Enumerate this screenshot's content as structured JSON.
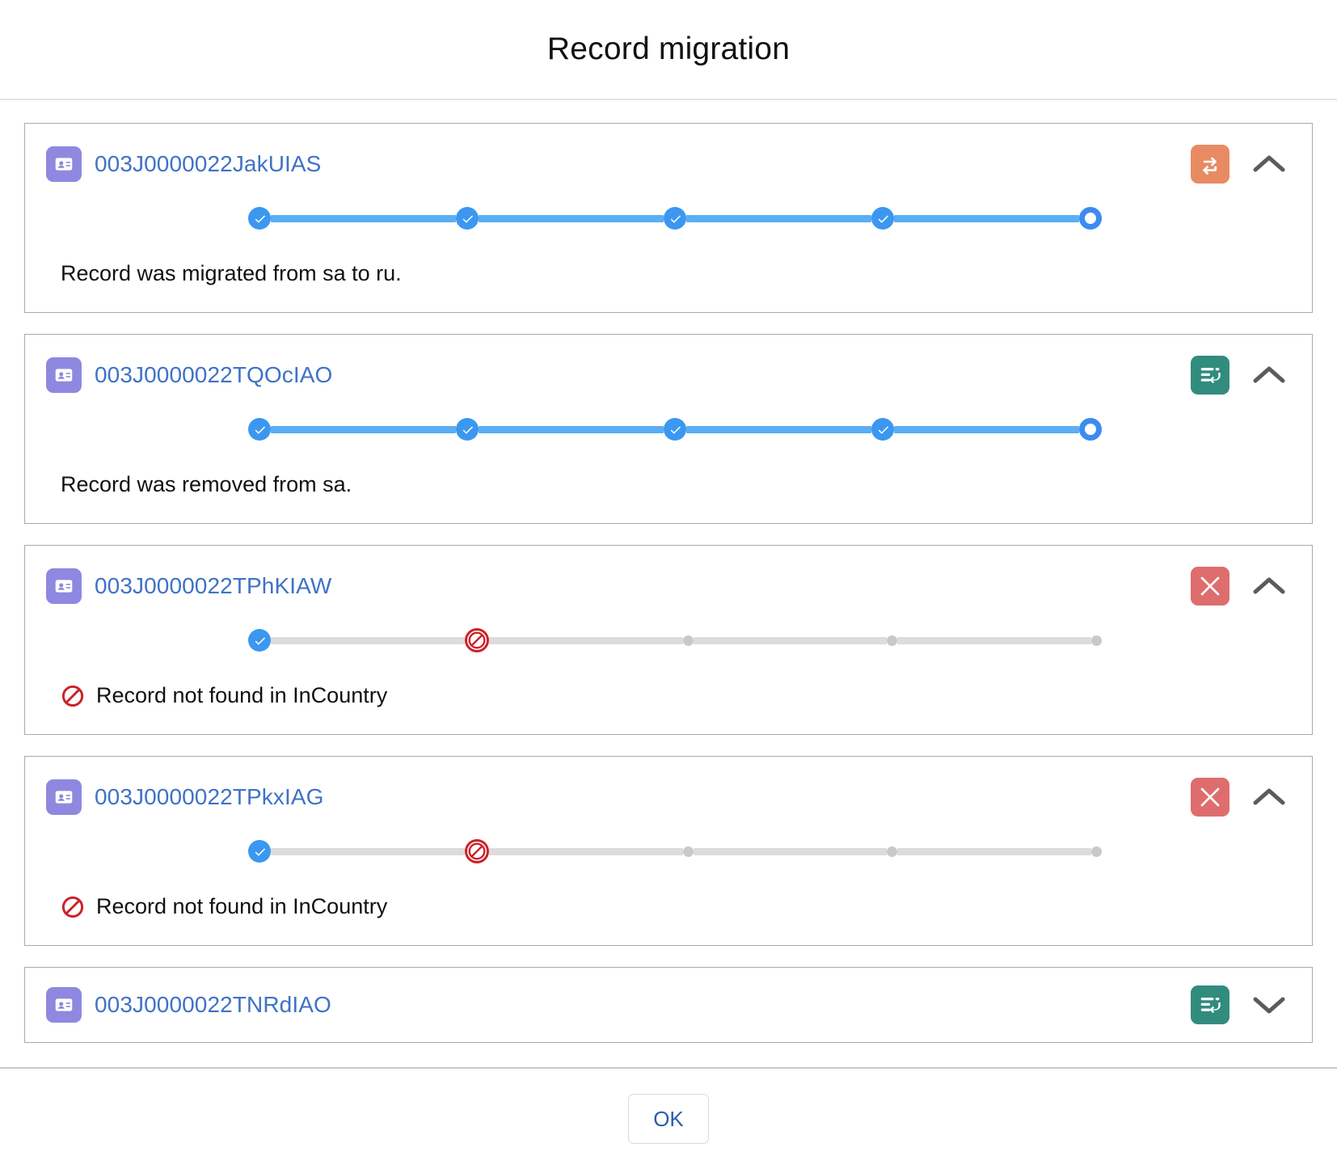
{
  "header": {
    "title": "Record migration"
  },
  "records": [
    {
      "id": "003J0000022JakUIAS",
      "record_icon": "contact-card-icon",
      "status_icon": "sync-arrows-icon",
      "status_color": "#e88b63",
      "expanded": true,
      "chevron": "chevron-up-icon",
      "steps": [
        "done",
        "done",
        "done",
        "done",
        "current"
      ],
      "message": "Record was migrated from sa to ru.",
      "message_has_error_icon": false
    },
    {
      "id": "003J0000022TQOcIAO",
      "record_icon": "contact-card-icon",
      "status_icon": "list-return-icon",
      "status_color": "#318c7e",
      "expanded": true,
      "chevron": "chevron-up-icon",
      "steps": [
        "done",
        "done",
        "done",
        "done",
        "current"
      ],
      "message": "Record was removed from sa.",
      "message_has_error_icon": false
    },
    {
      "id": "003J0000022TPhKIAW",
      "record_icon": "contact-card-icon",
      "status_icon": "close-x-icon",
      "status_color": "#de6d6d",
      "expanded": true,
      "chevron": "chevron-up-icon",
      "steps": [
        "done",
        "error",
        "pending",
        "pending",
        "pending"
      ],
      "message": "Record not found in InCountry",
      "message_has_error_icon": true
    },
    {
      "id": "003J0000022TPkxIAG",
      "record_icon": "contact-card-icon",
      "status_icon": "close-x-icon",
      "status_color": "#de6d6d",
      "expanded": true,
      "chevron": "chevron-up-icon",
      "steps": [
        "done",
        "error",
        "pending",
        "pending",
        "pending"
      ],
      "message": "Record not found in InCountry",
      "message_has_error_icon": true
    },
    {
      "id": "003J0000022TNRdIAO",
      "record_icon": "contact-card-icon",
      "status_icon": "list-return-icon",
      "status_color": "#318c7e",
      "expanded": false,
      "chevron": "chevron-down-icon",
      "steps": [],
      "message": "",
      "message_has_error_icon": false
    }
  ],
  "footer": {
    "ok_label": "OK"
  },
  "colors": {
    "accent_blue": "#3b8cf0",
    "step_done": "#5aaef4",
    "step_pending": "#dcdcdc",
    "error_red": "#cc2229",
    "link_blue": "#3f72c6",
    "record_icon_purple": "#8e88e0"
  }
}
